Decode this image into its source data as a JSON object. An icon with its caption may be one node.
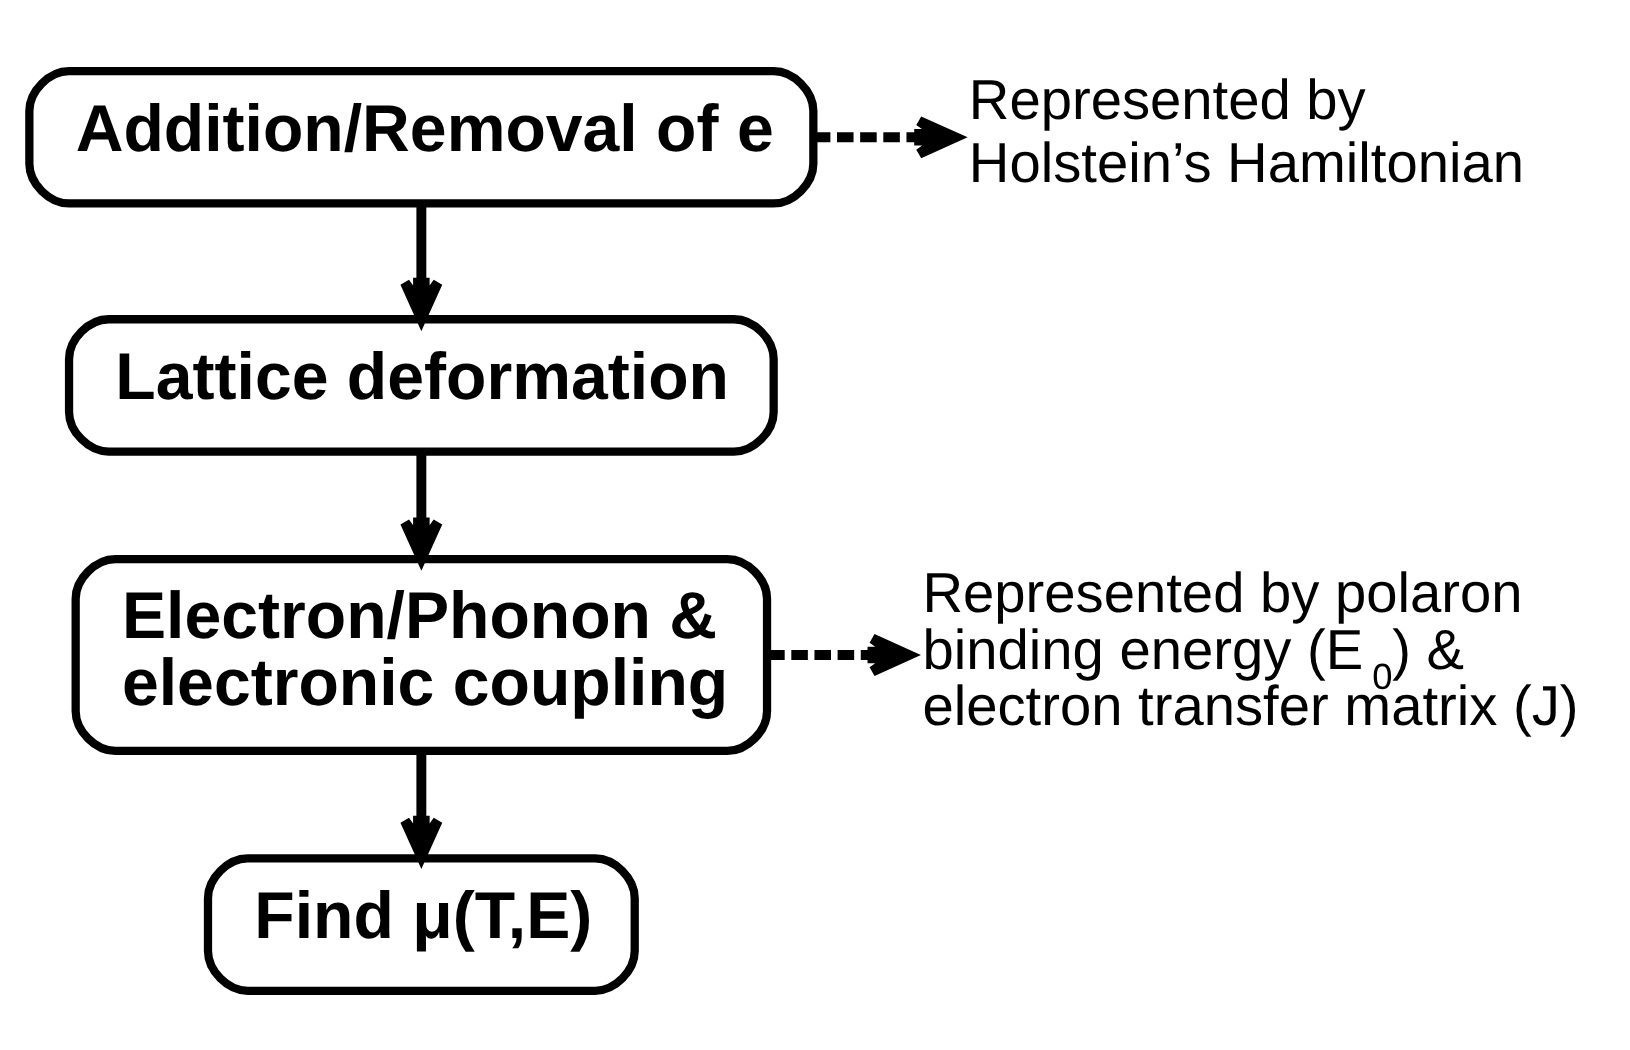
{
  "diagram": {
    "nodes": [
      {
        "text": [
          "Addition/Removal of e"
        ]
      },
      {
        "text": [
          "Lattice deformation"
        ]
      },
      {
        "text": [
          "Electron/Phonon & electronic coupling"
        ]
      },
      {
        "text": [
          "Find μ(T,E)"
        ]
      },
      {
        "text": [
          "Represented by Holstein’s Hamiltonian"
        ]
      },
      {
        "text": [
          "Represented by polaron binding energy (E$_{0}$) & electron transfer matrix (J)"
        ]
      }
    ],
    "edges": [
      {
        "from": 0,
        "to": 1,
        "arrow": "to"
      },
      {
        "from": 1,
        "to": 2,
        "arrow": "to"
      },
      {
        "from": 2,
        "to": 3,
        "arrow": "to"
      },
      {
        "from": 0,
        "to": 4,
        "arrow": "to",
        "style": "dashed"
      },
      {
        "from": 2,
        "to": 5,
        "arrow": "to",
        "style": "dashed"
      }
    ]
  }
}
